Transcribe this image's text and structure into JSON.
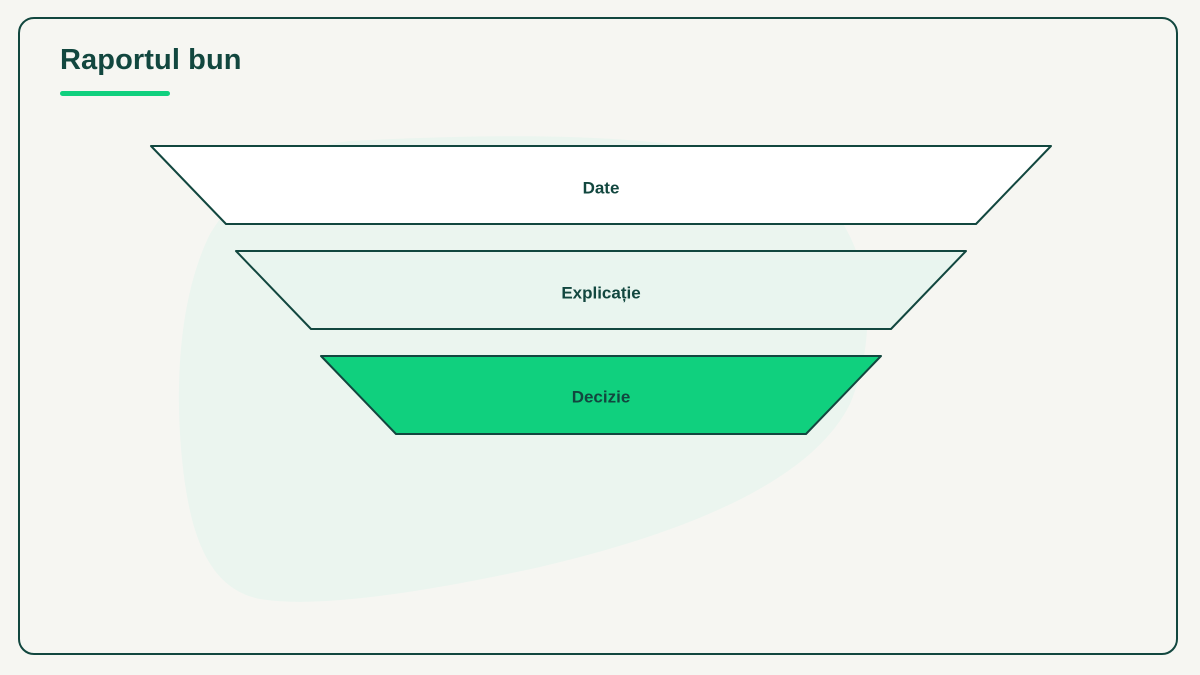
{
  "slide": {
    "title": "Raportul bun"
  },
  "diagram": {
    "stages": [
      {
        "label": "Date"
      },
      {
        "label": "Explicație"
      },
      {
        "label": "Decizie"
      }
    ]
  },
  "colors": {
    "frame_border": "#12473f",
    "title_text": "#12473f",
    "accent_green": "#10d07e",
    "stage_1_fill": "#ffffff",
    "stage_2_fill": "#e9f5ef",
    "stage_3_fill": "#10d07e",
    "blob_fill": "#e9f5ef",
    "background": "#f6f6f2"
  }
}
